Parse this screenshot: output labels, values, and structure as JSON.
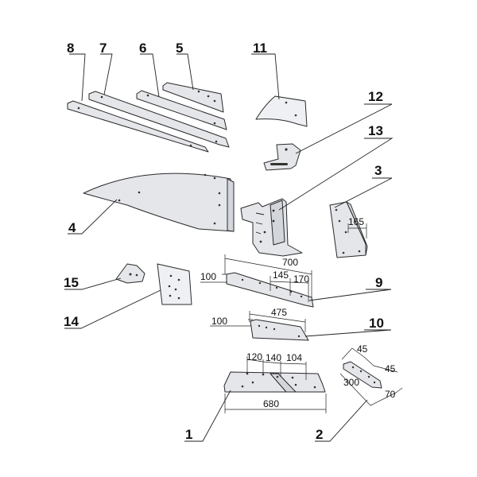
{
  "callouts": {
    "c1": "1",
    "c2": "2",
    "c3": "3",
    "c4": "4",
    "c5": "5",
    "c6": "6",
    "c7": "7",
    "c8": "8",
    "c9": "9",
    "c10": "10",
    "c11": "11",
    "c12": "12",
    "c13": "13",
    "c14": "14",
    "c15": "15"
  },
  "dimensions": {
    "p3_width": "165",
    "p9_length": "700",
    "p9_height": "100",
    "p9_hole_a": "145",
    "p9_hole_b": "170",
    "p10_length": "475",
    "p10_height": "100",
    "p1_hole_a": "120",
    "p1_hole_b": "140",
    "p1_hole_c": "104",
    "p1_length": "680",
    "p2_top": "45",
    "p2_side": "45",
    "p2_length": "300",
    "p2_height": "70"
  },
  "colors": {
    "part_fill": "#e4e6ea",
    "outline": "#2a2a2a",
    "background": "#ffffff"
  }
}
